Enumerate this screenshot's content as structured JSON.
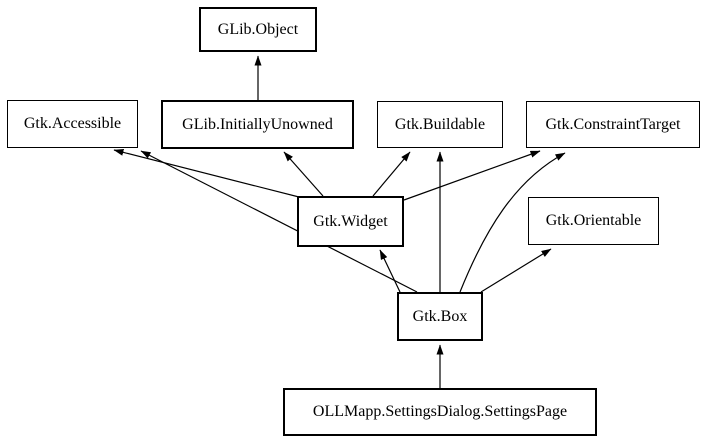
{
  "diagram": {
    "type": "class-inheritance-diagram",
    "background_color": "#ffffff",
    "line_color": "#000000",
    "text_color": "#000000",
    "nodes": [
      {
        "id": "glib-object",
        "label": "GLib.Object"
      },
      {
        "id": "gtk-accessible",
        "label": "Gtk.Accessible"
      },
      {
        "id": "glib-initiallyunowned",
        "label": "GLib.InitiallyUnowned"
      },
      {
        "id": "gtk-buildable",
        "label": "Gtk.Buildable"
      },
      {
        "id": "gtk-constrainttarget",
        "label": "Gtk.ConstraintTarget"
      },
      {
        "id": "gtk-widget",
        "label": "Gtk.Widget"
      },
      {
        "id": "gtk-orientable",
        "label": "Gtk.Orientable"
      },
      {
        "id": "gtk-box",
        "label": "Gtk.Box"
      },
      {
        "id": "settings-page",
        "label": "OLLMapp.SettingsDialog.SettingsPage"
      }
    ],
    "edges": [
      {
        "from": "GLib.InitiallyUnowned",
        "to": "GLib.Object"
      },
      {
        "from": "Gtk.Widget",
        "to": "Gtk.Accessible"
      },
      {
        "from": "Gtk.Widget",
        "to": "GLib.InitiallyUnowned"
      },
      {
        "from": "Gtk.Widget",
        "to": "Gtk.Buildable"
      },
      {
        "from": "Gtk.Widget",
        "to": "Gtk.ConstraintTarget"
      },
      {
        "from": "Gtk.Box",
        "to": "Gtk.Widget"
      },
      {
        "from": "Gtk.Box",
        "to": "Gtk.Accessible"
      },
      {
        "from": "Gtk.Box",
        "to": "Gtk.Buildable"
      },
      {
        "from": "Gtk.Box",
        "to": "Gtk.ConstraintTarget"
      },
      {
        "from": "Gtk.Box",
        "to": "Gtk.Orientable"
      },
      {
        "from": "OLLMapp.SettingsDialog.SettingsPage",
        "to": "Gtk.Box"
      }
    ]
  }
}
